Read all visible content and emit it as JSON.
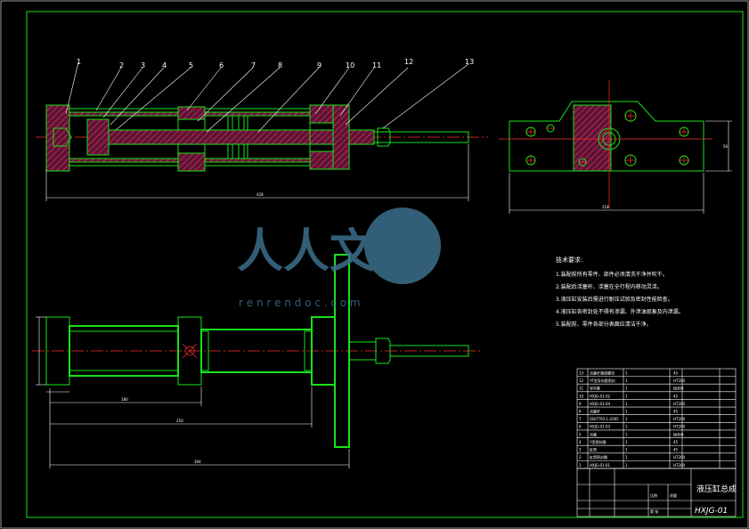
{
  "balloons": [
    "1",
    "2",
    "3",
    "4",
    "5",
    "6",
    "7",
    "8",
    "9",
    "10",
    "11",
    "12",
    "13"
  ],
  "watermark": {
    "brand": "人人文库",
    "url": "r e n r e n d o c . c o m"
  },
  "notes_title": "技术要求:",
  "notes": [
    "1.装配前所有零件、部件必须清洗干净并吹干。",
    "2.装配后活塞杆、活塞在全行程内移动灵活。",
    "3.液压缸安装后需进行耐压试验及密封性能检查。",
    "4.液压缸各密封处不得有渗漏、外泄油现象及内泄漏。",
    "5.装配前、零件各部分表面应清洁干净。"
  ],
  "bom": [
    [
      "13",
      "活塞杆端部螺母",
      "1",
      "45",
      ""
    ],
    [
      "12",
      "YF型导向套密封",
      "1",
      "HT200",
      ""
    ],
    [
      "11",
      "导向套",
      "1",
      "组合件",
      ""
    ],
    [
      "10",
      "HXJG-01-02",
      "1",
      "45",
      ""
    ],
    [
      "9",
      "HXJG-01-04",
      "1",
      "HT200",
      ""
    ],
    [
      "8",
      "活塞杆",
      "1",
      "45",
      ""
    ],
    [
      "7",
      "GB/T793.1-2005",
      "1",
      "HT200",
      ""
    ],
    [
      "6",
      "HXJG-01-03",
      "1",
      "HT200",
      ""
    ],
    [
      "5",
      "活塞",
      "1",
      "组合件",
      ""
    ],
    [
      "4",
      "Y型密封圈",
      "1",
      "45",
      ""
    ],
    [
      "3",
      "缸筒",
      "1",
      "45",
      ""
    ],
    [
      "2",
      "缸筒密封圈",
      "1",
      "HT200",
      ""
    ],
    [
      "1",
      "HXJG-01-01",
      "1",
      "HT200",
      ""
    ]
  ],
  "title_block": {
    "title": "液压缸总成",
    "drawing_no": "HXJG-01",
    "scale_label": "比例",
    "weight_label": "质量",
    "sheet_label": "第 张"
  }
}
